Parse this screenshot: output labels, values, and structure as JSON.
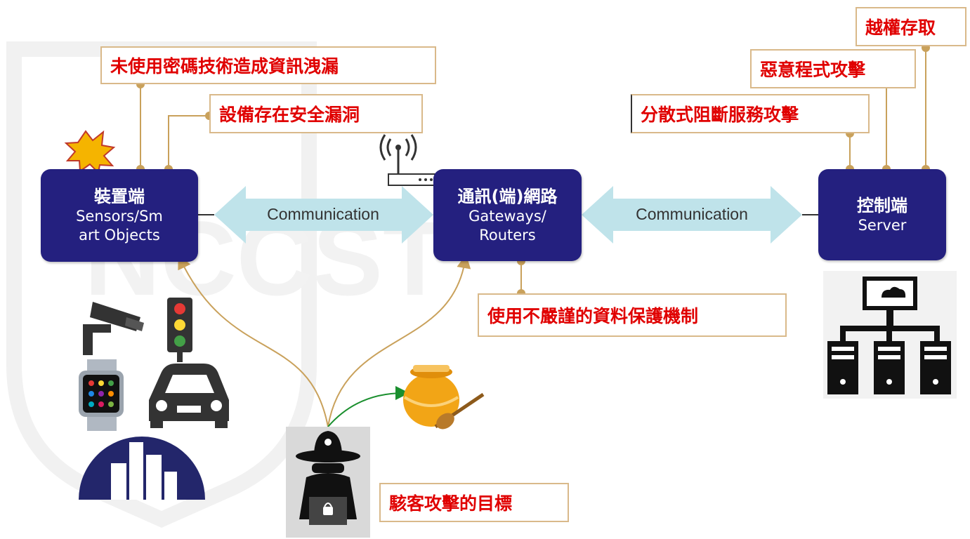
{
  "nodes": {
    "device": {
      "title": "裝置端",
      "sub1": "Sensors/Sm",
      "sub2": "art Objects"
    },
    "network": {
      "title": "通訊(端)網路",
      "sub1": "Gateways/",
      "sub2": "Routers"
    },
    "server": {
      "title": "控制端",
      "sub1": "Server"
    }
  },
  "links": {
    "left": "Communication",
    "right": "Communication"
  },
  "callouts": {
    "no_crypto": "未使用密碼技術造成資訊洩漏",
    "vuln": "設備存在安全漏洞",
    "data_protect": "使用不嚴謹的資料保護機制",
    "ddos": "分散式阻斷服務攻擊",
    "malware": "惡意程式攻擊",
    "unauthorized": "越權存取",
    "hacker_target": "駭客攻擊的目標"
  },
  "watermark": "NCCST",
  "colors": {
    "node": "#24207f",
    "callout_text": "#e00000",
    "callout_border": "#d9b98a",
    "connector": "#c9a15b",
    "arrow": "#bfe3ea",
    "honeypot_arrow": "#1a8f2e"
  }
}
